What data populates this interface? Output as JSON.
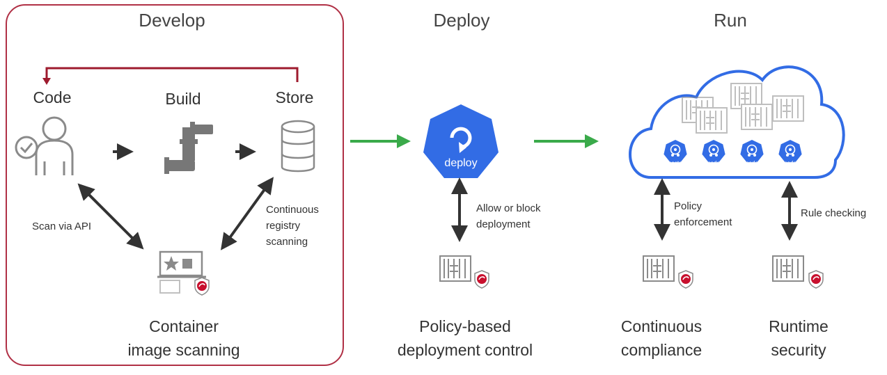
{
  "stages": {
    "develop": "Develop",
    "deploy": "Deploy",
    "run": "Run"
  },
  "develop": {
    "code": "Code",
    "build": "Build",
    "store": "Store",
    "scan_via_api": "Scan via API",
    "registry_scanning": [
      "Continuous",
      "registry",
      "scanning"
    ],
    "image_scanning": [
      "Container",
      "image scanning"
    ]
  },
  "deploy": {
    "icon_text": "deploy",
    "allow_block": [
      "Allow or block",
      "deployment"
    ],
    "caption": [
      "Policy-based",
      "deployment control"
    ]
  },
  "run": {
    "nodes": [
      "master",
      "node",
      "node",
      "node"
    ],
    "policy": [
      "Policy",
      "enforcement"
    ],
    "rule_checking": "Rule checking",
    "compliance": [
      "Continuous",
      "compliance"
    ],
    "runtime": [
      "Runtime",
      "security"
    ]
  },
  "colors": {
    "develop_border": "#b03045",
    "feedback_arrow": "#9e1b2e",
    "green_arrow": "#3aaa4a",
    "dark_arrow": "#333333",
    "k8s_blue": "#326ce5",
    "shield_red": "#c8102e",
    "icon_gray": "#8a8a8a"
  },
  "icons": [
    "user-check-icon",
    "pipe-icon",
    "database-icon",
    "image-scan-icon",
    "deploy-icon",
    "cloud-icon",
    "container-shield-icon"
  ]
}
